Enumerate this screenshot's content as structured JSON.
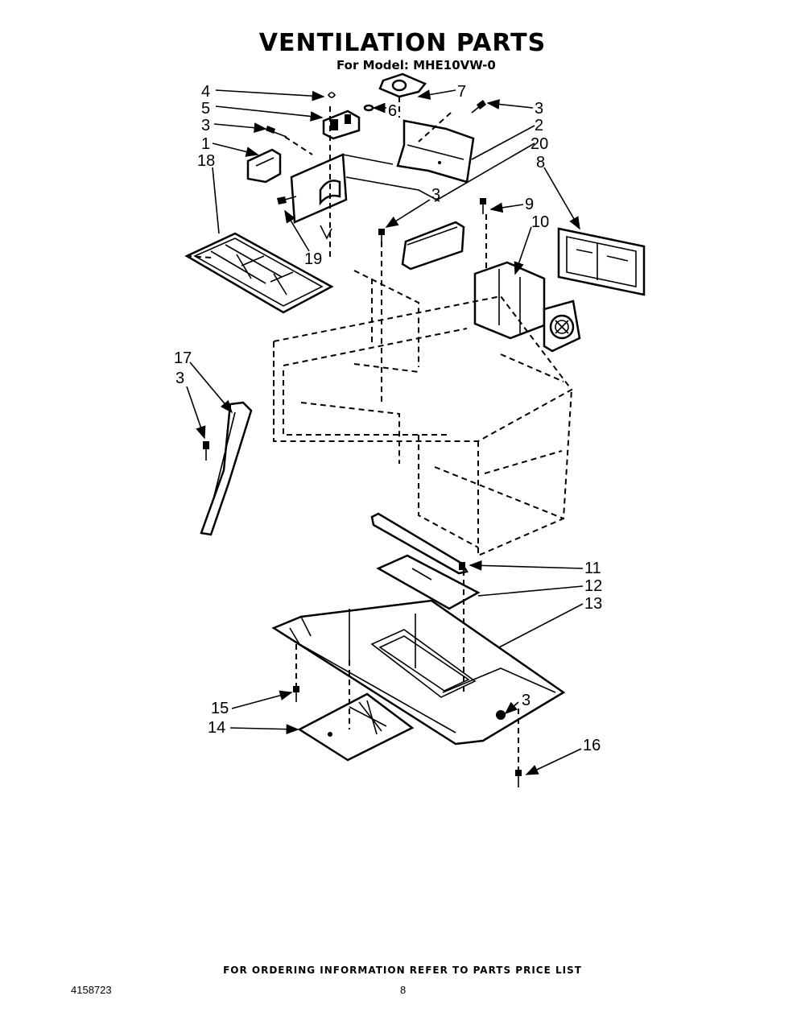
{
  "header": {
    "title": "VENTILATION PARTS",
    "model": "For Model: MHE10VW-0"
  },
  "callouts": [
    {
      "id": "c4",
      "label": "4"
    },
    {
      "id": "c5",
      "label": "5"
    },
    {
      "id": "c3a",
      "label": "3"
    },
    {
      "id": "c1",
      "label": "1"
    },
    {
      "id": "c18",
      "label": "18"
    },
    {
      "id": "c7",
      "label": "7"
    },
    {
      "id": "c6",
      "label": "6"
    },
    {
      "id": "c3b",
      "label": "3"
    },
    {
      "id": "c2",
      "label": "2"
    },
    {
      "id": "c20",
      "label": "20"
    },
    {
      "id": "c8",
      "label": "8"
    },
    {
      "id": "c3c",
      "label": "3"
    },
    {
      "id": "c9",
      "label": "9"
    },
    {
      "id": "c10",
      "label": "10"
    },
    {
      "id": "c19",
      "label": "19"
    },
    {
      "id": "c17",
      "label": "17"
    },
    {
      "id": "c3d",
      "label": "3"
    },
    {
      "id": "c11",
      "label": "11"
    },
    {
      "id": "c12",
      "label": "12"
    },
    {
      "id": "c13",
      "label": "13"
    },
    {
      "id": "c15",
      "label": "15"
    },
    {
      "id": "c3e",
      "label": "3"
    },
    {
      "id": "c14",
      "label": "14"
    },
    {
      "id": "c16",
      "label": "16"
    }
  ],
  "footer": {
    "note": "FOR ORDERING INFORMATION REFER TO PARTS PRICE LIST",
    "doc_number": "4158723",
    "page_number": "8"
  }
}
